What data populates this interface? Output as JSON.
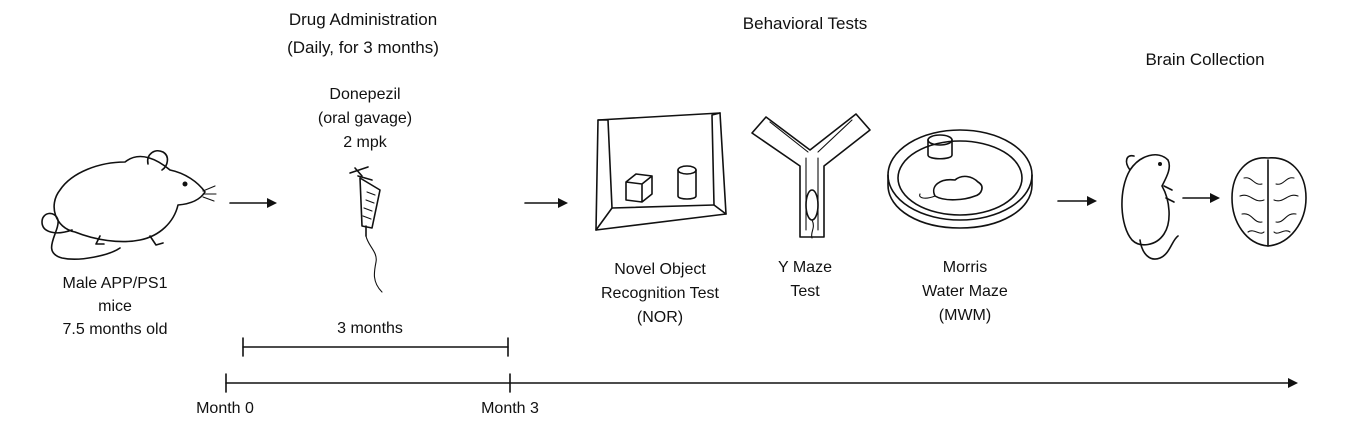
{
  "headers": {
    "drug_administration": "Drug Administration\n(Daily, for 3 months)",
    "behavioral_tests": "Behavioral Tests",
    "brain_collection": "Brain Collection"
  },
  "subject": {
    "label": "Male APP/PS1\nmice\n7.5 months old"
  },
  "drug": {
    "label": "Donepezil\n(oral gavage)\n2 mpk"
  },
  "tests": {
    "nor": "Novel Object\nRecognition Test\n(NOR)",
    "ymaze": "Y Maze\nTest",
    "mwm": "Morris\nWater Maze\n(MWM)"
  },
  "timeline": {
    "duration_label": "3 months",
    "ticks": [
      "Month 0",
      "Month 3"
    ]
  },
  "icons": [
    "mouse-icon",
    "syringe-icon",
    "nor-box-icon",
    "y-maze-icon",
    "water-maze-icon",
    "standing-mouse-icon",
    "brain-icon",
    "arrow-icon"
  ]
}
